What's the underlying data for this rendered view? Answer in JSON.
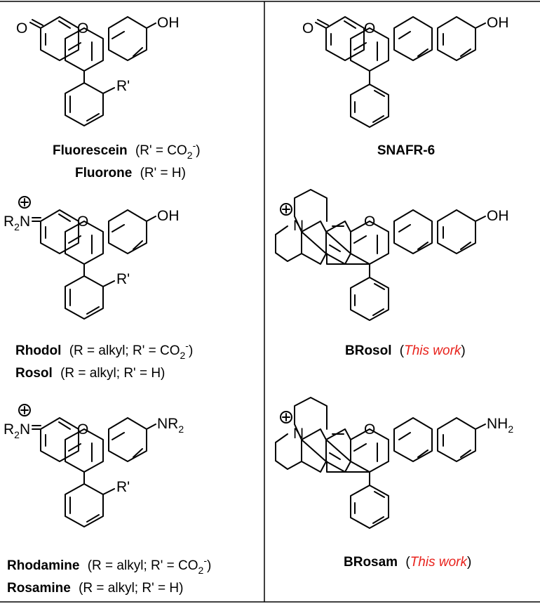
{
  "atoms": {
    "o": "O",
    "oh": "OH",
    "r_prime": "R'",
    "n": "N",
    "r": "R",
    "sub2": "2",
    "nh": "NH",
    "plus": "+"
  },
  "captions": {
    "fluorescein": {
      "name": "Fluorescein",
      "detail": "(R' = CO",
      "sub": "2",
      "sup": "-",
      "close": ")"
    },
    "fluorone": {
      "name": "Fluorone",
      "detail": "(R' = H)"
    },
    "snafr": {
      "name": "SNAFR-6"
    },
    "rhodol": {
      "name": "Rhodol",
      "detail": "(R = alkyl;  R' = CO",
      "sub": "2",
      "sup": "-",
      "close": ")"
    },
    "rosol": {
      "name": "Rosol",
      "detail": "(R = alkyl;  R' = H)"
    },
    "brosol": {
      "name": "BRosol",
      "open": "(",
      "note": "This work",
      "close": ")"
    },
    "rhodamine": {
      "name": "Rhodamine",
      "detail": "(R = alkyl;  R' = CO",
      "sub": "2",
      "sup": "-",
      "close": ")"
    },
    "rosamine": {
      "name": "Rosamine",
      "detail": "(R = alkyl;  R' = H)"
    },
    "brosam": {
      "name": "BRosam",
      "open": "(",
      "note": "This work",
      "close": ")"
    }
  },
  "colors": {
    "note": "#e8221c",
    "ink": "#000000"
  }
}
